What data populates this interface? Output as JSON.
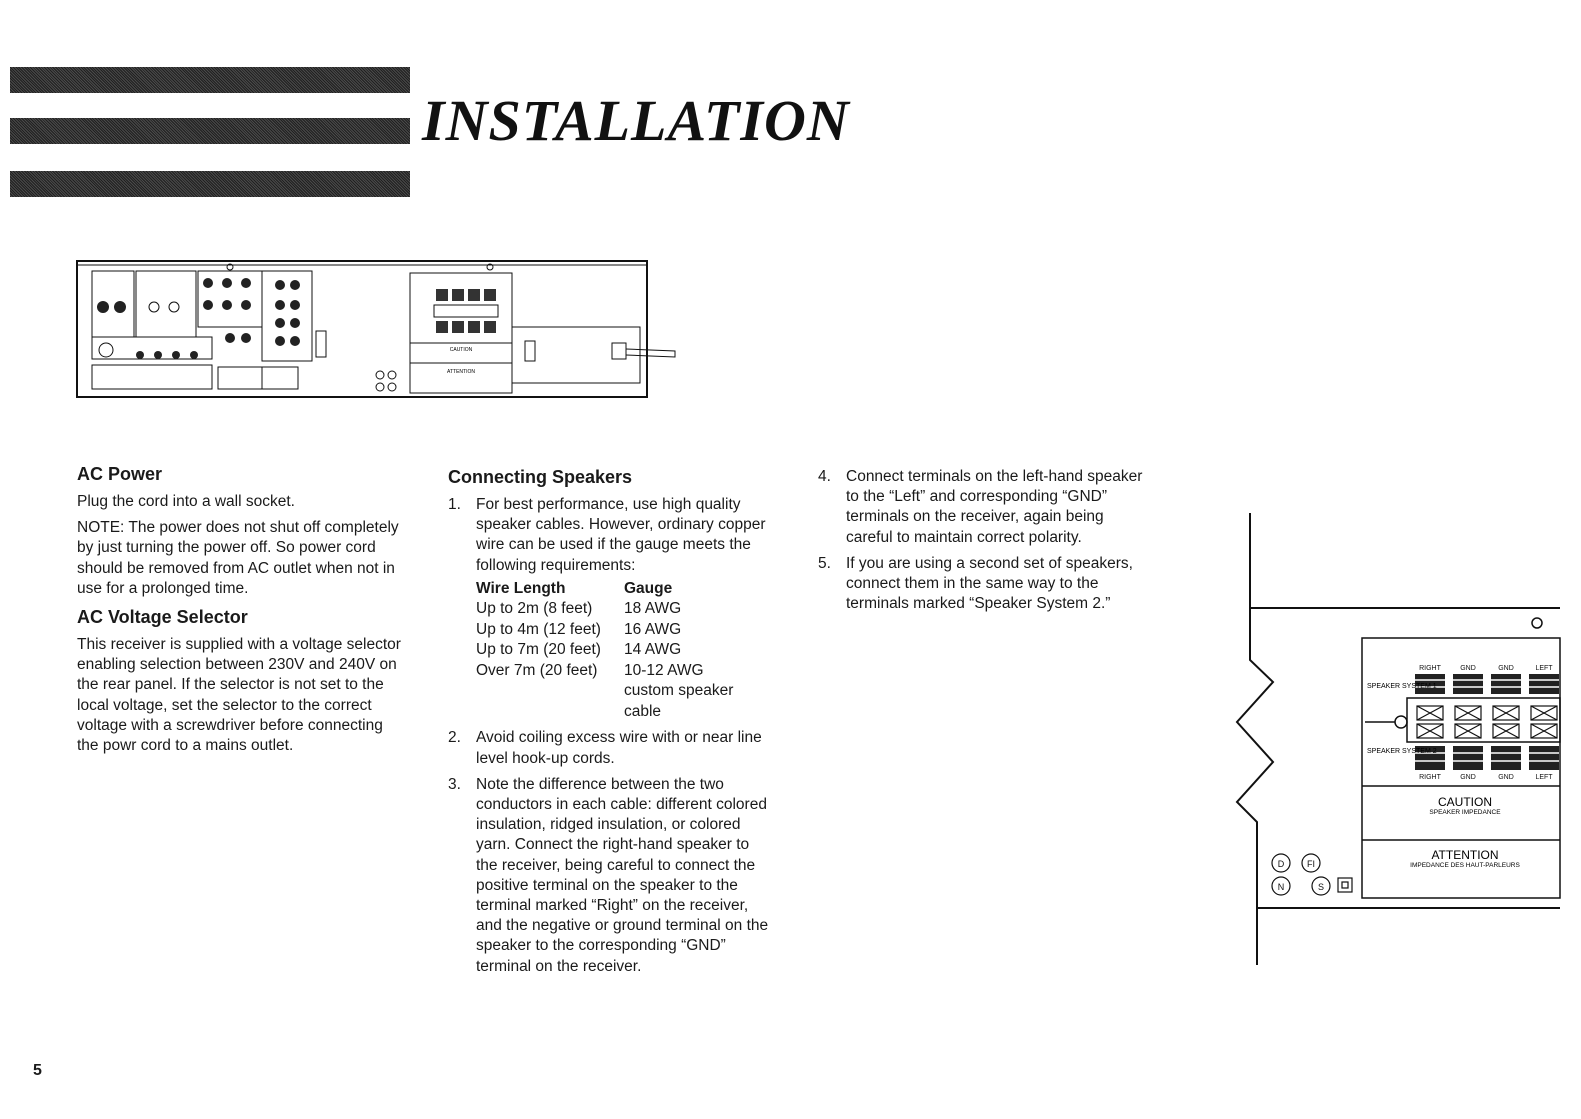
{
  "header": {
    "title": "INSTALLATION"
  },
  "top_diagram": {
    "caution_heading": "CAUTION",
    "attention_heading": "ATTENTION"
  },
  "ac_power": {
    "heading": "AC Power",
    "text": "Plug the cord into a wall socket.",
    "note": "NOTE: The power does not shut off completely by just turning the power off. So power cord should be removed from AC outlet when not in use for a prolonged time."
  },
  "ac_voltage": {
    "heading": "AC Voltage Selector",
    "text": "This receiver is supplied with a voltage selector enabling selection between 230V and 240V on the rear panel. If the selector is not set to the local voltage, set the selector to the correct voltage with a screwdriver before connecting the powr cord to a mains outlet."
  },
  "speakers": {
    "heading": "Connecting Speakers",
    "items": [
      {
        "num": "1.",
        "text": "For best performance, use high quality speaker cables. However, ordinary copper wire can be used if the gauge meets the following requirements:"
      },
      {
        "num": "2.",
        "text": "Avoid coiling excess wire with or near line level hook-up cords."
      },
      {
        "num": "3.",
        "text": "Note the difference between the two conductors in each cable: different colored insulation, ridged insulation, or colored yarn. Connect the right-hand speaker to the receiver, being careful to connect the positive terminal on the speaker to the terminal marked “Right” on the receiver, and the negative or ground terminal on the speaker to the corresponding “GND” terminal on the receiver."
      },
      {
        "num": "4.",
        "text": "Connect terminals on the left-hand speaker to the “Left” and corresponding “GND” terminals on the receiver, again being careful to maintain correct polarity."
      },
      {
        "num": "5.",
        "text": "If you are using a second set of speakers, connect them in the same way to the terminals marked “Speaker System 2.”"
      }
    ],
    "wire_table": {
      "headers": [
        "Wire Length",
        "Gauge"
      ],
      "rows": [
        [
          "Up to 2m (8 feet)",
          "18 AWG"
        ],
        [
          "Up to 4m (12 feet)",
          "16 AWG"
        ],
        [
          "Up to 7m (20 feet)",
          "14 AWG"
        ],
        [
          "Over 7m (20 feet)",
          "10-12 AWG custom speaker cable"
        ]
      ]
    }
  },
  "terminal_detail": {
    "top_labels": [
      "RIGHT",
      "GND",
      "GND",
      "LEFT"
    ],
    "bottom_labels": [
      "RIGHT",
      "GND",
      "GND",
      "LEFT"
    ],
    "speaker_system_1": "SPEAKER SYSTEM 1",
    "speaker_system_2": "SPEAKER SYSTEM 2",
    "caution": "CAUTION",
    "caution_sub": "SPEAKER IMPEDANCE",
    "attention": "ATTENTION",
    "attention_sub": "IMPEDANCE DES HAUT-PARLEURS",
    "cert_marks": [
      "D",
      "FI",
      "N",
      "S"
    ]
  },
  "footer": {
    "page_number": "5"
  }
}
